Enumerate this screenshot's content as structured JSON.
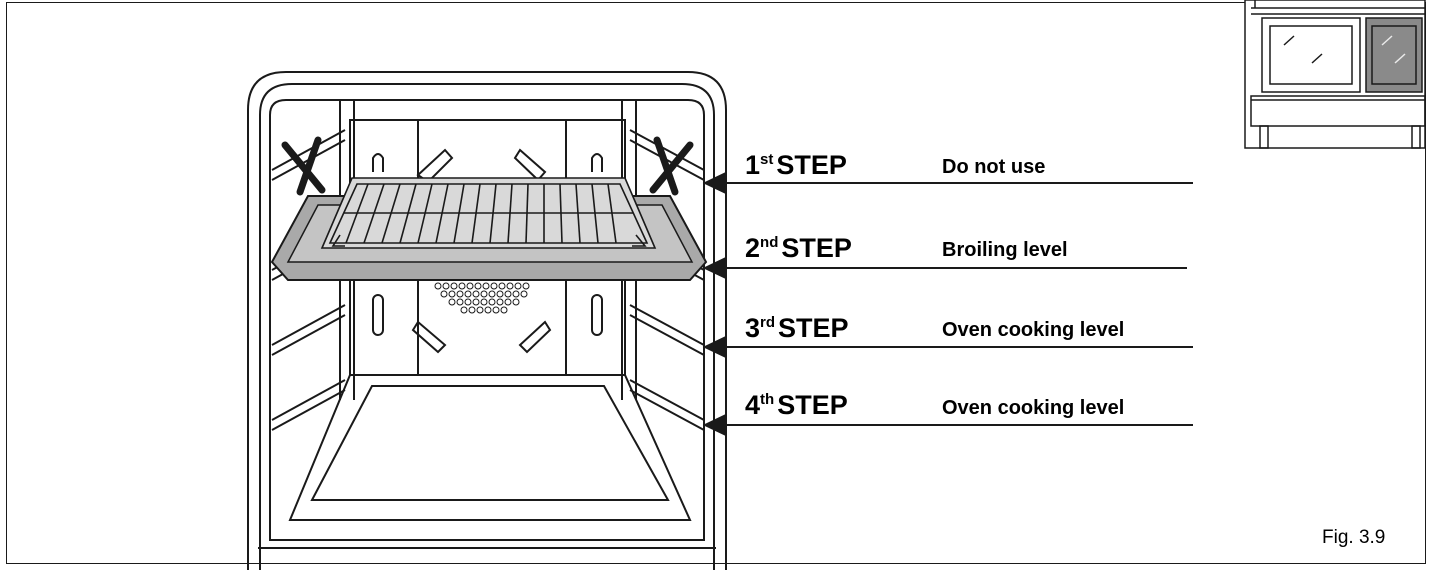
{
  "steps": [
    {
      "num": "1",
      "suffix": "st",
      "word": "STEP",
      "desc": "Do not use"
    },
    {
      "num": "2",
      "suffix": "nd",
      "word": "STEP",
      "desc": "Broiling level"
    },
    {
      "num": "3",
      "suffix": "rd",
      "word": "STEP",
      "desc": "Oven cooking level"
    },
    {
      "num": "4",
      "suffix": "th",
      "word": "STEP",
      "desc": "Oven cooking level"
    }
  ],
  "figure_label": "Fig. 3.9",
  "icons": {
    "oven_interior": "oven-interior-icon",
    "grill_rack": "grill-rack-icon",
    "baking_tray": "baking-tray-icon",
    "range_thumbnail": "range-cooker-icon",
    "forbidden_mark": "x-mark-icon"
  },
  "colors": {
    "line": "#1a1a1a",
    "tray": "#a9a9a9",
    "highlight": "#8a8a8a"
  }
}
